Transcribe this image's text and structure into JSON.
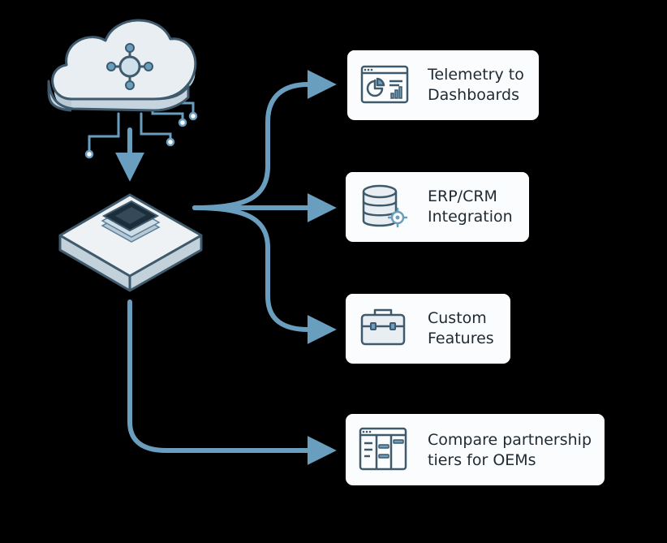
{
  "colors": {
    "background": "#000000",
    "arrow": "#6a9ebf",
    "card_bg": "#fbfcfd",
    "icon_stroke": "#3e5a6c",
    "icon_accent": "#6a9ebf",
    "text": "#1f2a33",
    "cloud_fill": "#e8eef2",
    "device_top": "#eef2f5"
  },
  "nodes": {
    "cloud": {
      "icon": "cloud-hub-icon"
    },
    "device": {
      "icon": "edge-device-icon"
    }
  },
  "cards": [
    {
      "id": "telemetry",
      "icon": "dashboard-icon",
      "lines": [
        "Telemetry to",
        "Dashboards"
      ]
    },
    {
      "id": "erp",
      "icon": "database-icon",
      "lines": [
        "ERP/CRM",
        "Integration"
      ]
    },
    {
      "id": "custom",
      "icon": "toolbox-icon",
      "lines": [
        "Custom",
        "Features"
      ]
    },
    {
      "id": "compare",
      "icon": "board-icon",
      "lines": [
        "Compare partnership",
        "tiers for OEMs"
      ]
    }
  ]
}
